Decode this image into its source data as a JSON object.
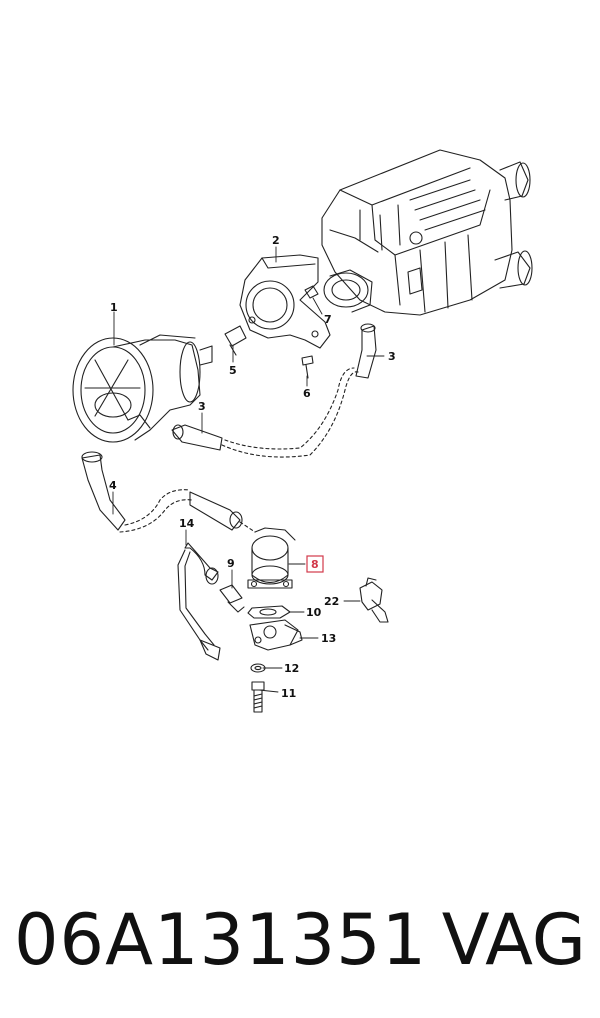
{
  "diagram": {
    "callouts": [
      {
        "id": "1",
        "label": "1"
      },
      {
        "id": "2",
        "label": "2"
      },
      {
        "id": "3a",
        "label": "3"
      },
      {
        "id": "3b",
        "label": "3"
      },
      {
        "id": "4",
        "label": "4"
      },
      {
        "id": "5",
        "label": "5"
      },
      {
        "id": "6",
        "label": "6"
      },
      {
        "id": "7",
        "label": "7"
      },
      {
        "id": "8",
        "label": "8",
        "highlighted": true
      },
      {
        "id": "9",
        "label": "9"
      },
      {
        "id": "10",
        "label": "10"
      },
      {
        "id": "11",
        "label": "11"
      },
      {
        "id": "12",
        "label": "12"
      },
      {
        "id": "13",
        "label": "13"
      },
      {
        "id": "14",
        "label": "14"
      },
      {
        "id": "22",
        "label": "22"
      }
    ],
    "highlight_color": "#d2384a",
    "line_color": "#222222"
  },
  "footer": {
    "part_number": "06A131351",
    "brand": "VAG"
  }
}
